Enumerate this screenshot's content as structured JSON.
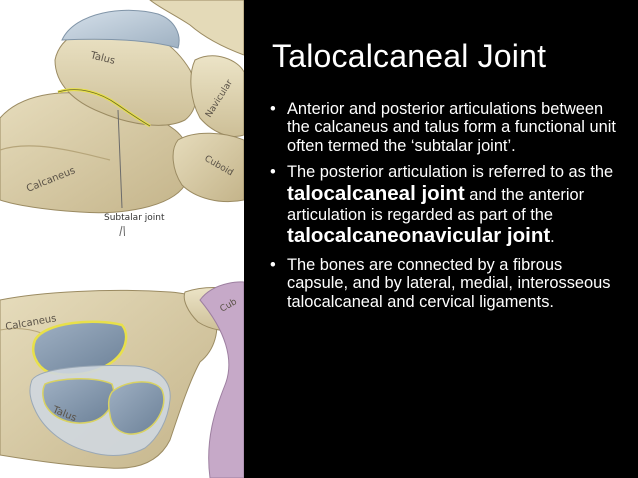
{
  "slide": {
    "title": "Talocalcaneal Joint",
    "bullets": [
      {
        "text": "Anterior and posterior articulations between the calcaneus and talus form a functional unit often termed the ‘subtalar joint’."
      },
      {
        "parts": [
          "The posterior articulation is referred to as the ",
          "talocalcaneal joint",
          " and the anterior articulation is regarded as part of the ",
          "talocalcaneonavicular joint",
          "."
        ]
      },
      {
        "text": "The bones are connected by a fibrous capsule, and by lateral, medial, interosseous talocalcaneal and cervical ligaments."
      }
    ]
  },
  "illustration": {
    "labels": {
      "talus_top": "Talus",
      "navicular": "Navicular",
      "calcaneus_top": "Calcaneus",
      "cuboid_top": "Cuboid",
      "subtalar_joint": "Subtalar joint",
      "calcaneus_bottom": "Calcaneus",
      "cuboid_bottom": "Cub",
      "talus_bottom": "Talus"
    }
  }
}
